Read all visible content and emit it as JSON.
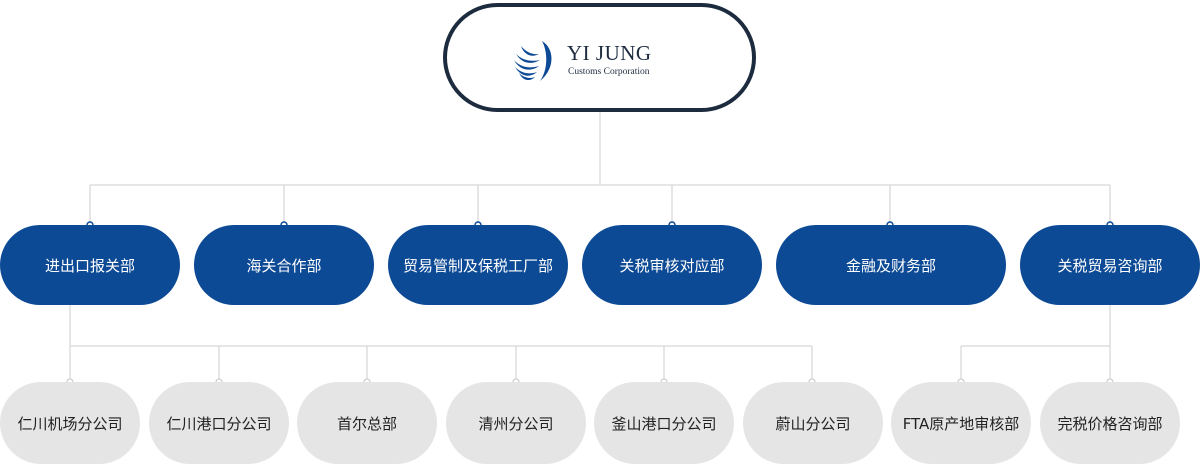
{
  "root": {
    "name": "YI JUNG",
    "subtitle": "Customs Corporation",
    "logo_icon": "yi-jung-swoosh-logo",
    "border_color": "#1d2b3f"
  },
  "departments": [
    {
      "label": "进出口报关部"
    },
    {
      "label": "海关合作部"
    },
    {
      "label": "贸易管制及保税工厂部"
    },
    {
      "label": "关税审核对应部"
    },
    {
      "label": "金融及财务部"
    },
    {
      "label": "关税贸易咨询部"
    }
  ],
  "branches": [
    {
      "label": "仁川机场分公司"
    },
    {
      "label": "仁川港口分公司"
    },
    {
      "label": "首尔总部"
    },
    {
      "label": "清州分公司"
    },
    {
      "label": "釜山港口分公司"
    },
    {
      "label": "蔚山分公司"
    },
    {
      "label": "FTA原产地审核部"
    },
    {
      "label": "完税价格咨询部"
    }
  ],
  "colors": {
    "department_fill": "#0d4a95",
    "branch_fill": "#e5e5e5",
    "connector": "#d8d8d8"
  }
}
